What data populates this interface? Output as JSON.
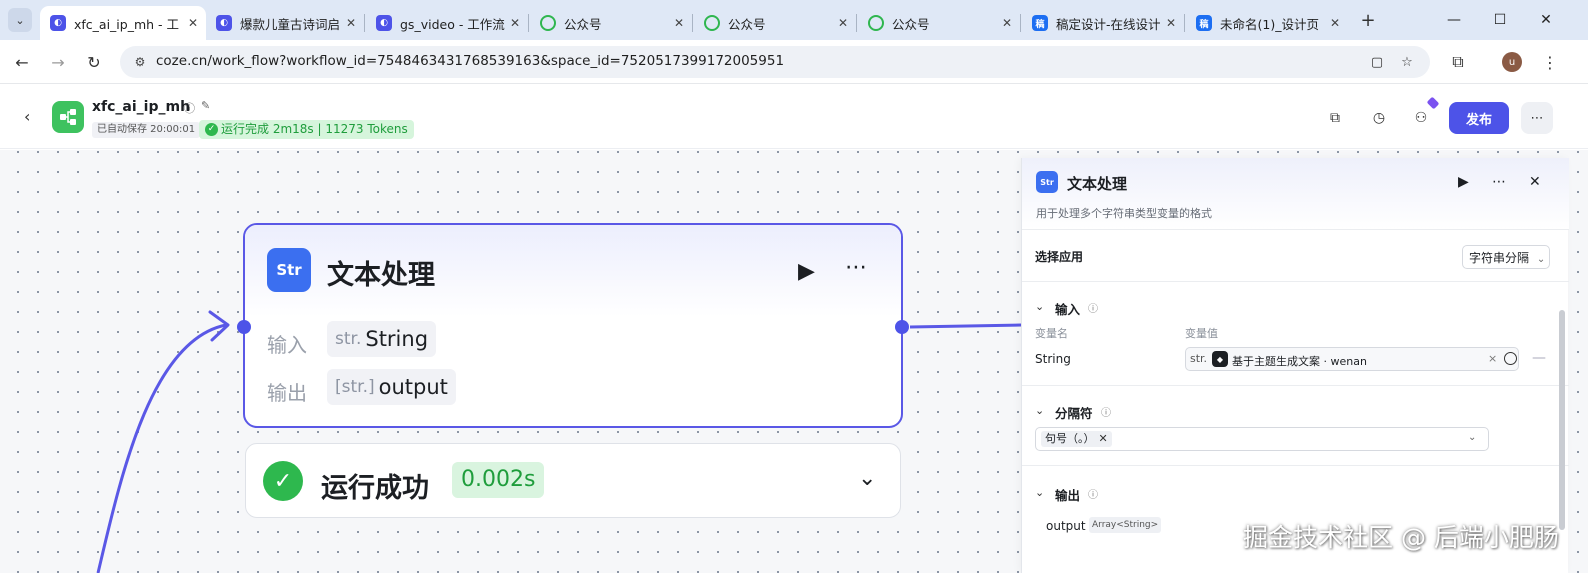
{
  "browser": {
    "tabs": [
      {
        "title": "xfc_ai_ip_mh - 工",
        "icon": "coze-icon",
        "active": true
      },
      {
        "title": "爆款儿童古诗词启",
        "icon": "coze-icon",
        "active": false
      },
      {
        "title": "gs_video - 工作流",
        "icon": "coze-icon",
        "active": false
      },
      {
        "title": "公众号",
        "icon": "wechat-icon",
        "active": false
      },
      {
        "title": "公众号",
        "icon": "wechat-icon",
        "active": false
      },
      {
        "title": "公众号",
        "icon": "wechat-icon",
        "active": false
      },
      {
        "title": "稿定设计-在线设计",
        "icon": "gaoding-icon",
        "active": false
      },
      {
        "title": "未命名(1)_设计页",
        "icon": "gaoding-icon",
        "active": false
      }
    ],
    "url": "coze.cn/work_flow?workflow_id=7548463431768539163&space_id=7520517399172005951",
    "avatar_letter": "u"
  },
  "header": {
    "workflow_name": "xfc_ai_ip_mh",
    "autosave": "已自动保存 20:00:01",
    "run_status": "运行完成 2m18s | 11273 Tokens",
    "publish_label": "发布"
  },
  "node": {
    "title": "文本处理",
    "icon_text": "Str",
    "input_label": "输入",
    "input_tag": "str.",
    "input_value": "String",
    "output_label": "输出",
    "output_tag": "[str.]",
    "output_value": "output",
    "result_label": "运行成功",
    "result_time": "0.002s"
  },
  "panel": {
    "title": "文本处理",
    "description": "用于处理多个字符串类型变量的格式",
    "select_app_label": "选择应用",
    "select_app_value": "字符串分隔",
    "input_section": "输入",
    "col_var_name": "变量名",
    "col_var_value": "变量值",
    "var_name": "String",
    "var_tag": "str.",
    "var_ref": "基于主题生成文案 · wenan",
    "separator_section": "分隔符",
    "separator_chip": "句号（。）",
    "output_section": "输出",
    "output_name": "output",
    "output_type": "Array<String>"
  },
  "watermark": "掘金技术社区 @ 后端小肥肠",
  "colors": {
    "accent": "#4d53e8",
    "success": "#2eb84e",
    "node_icon": "#3b6ff0",
    "workflow_logo": "#3ec25f"
  }
}
